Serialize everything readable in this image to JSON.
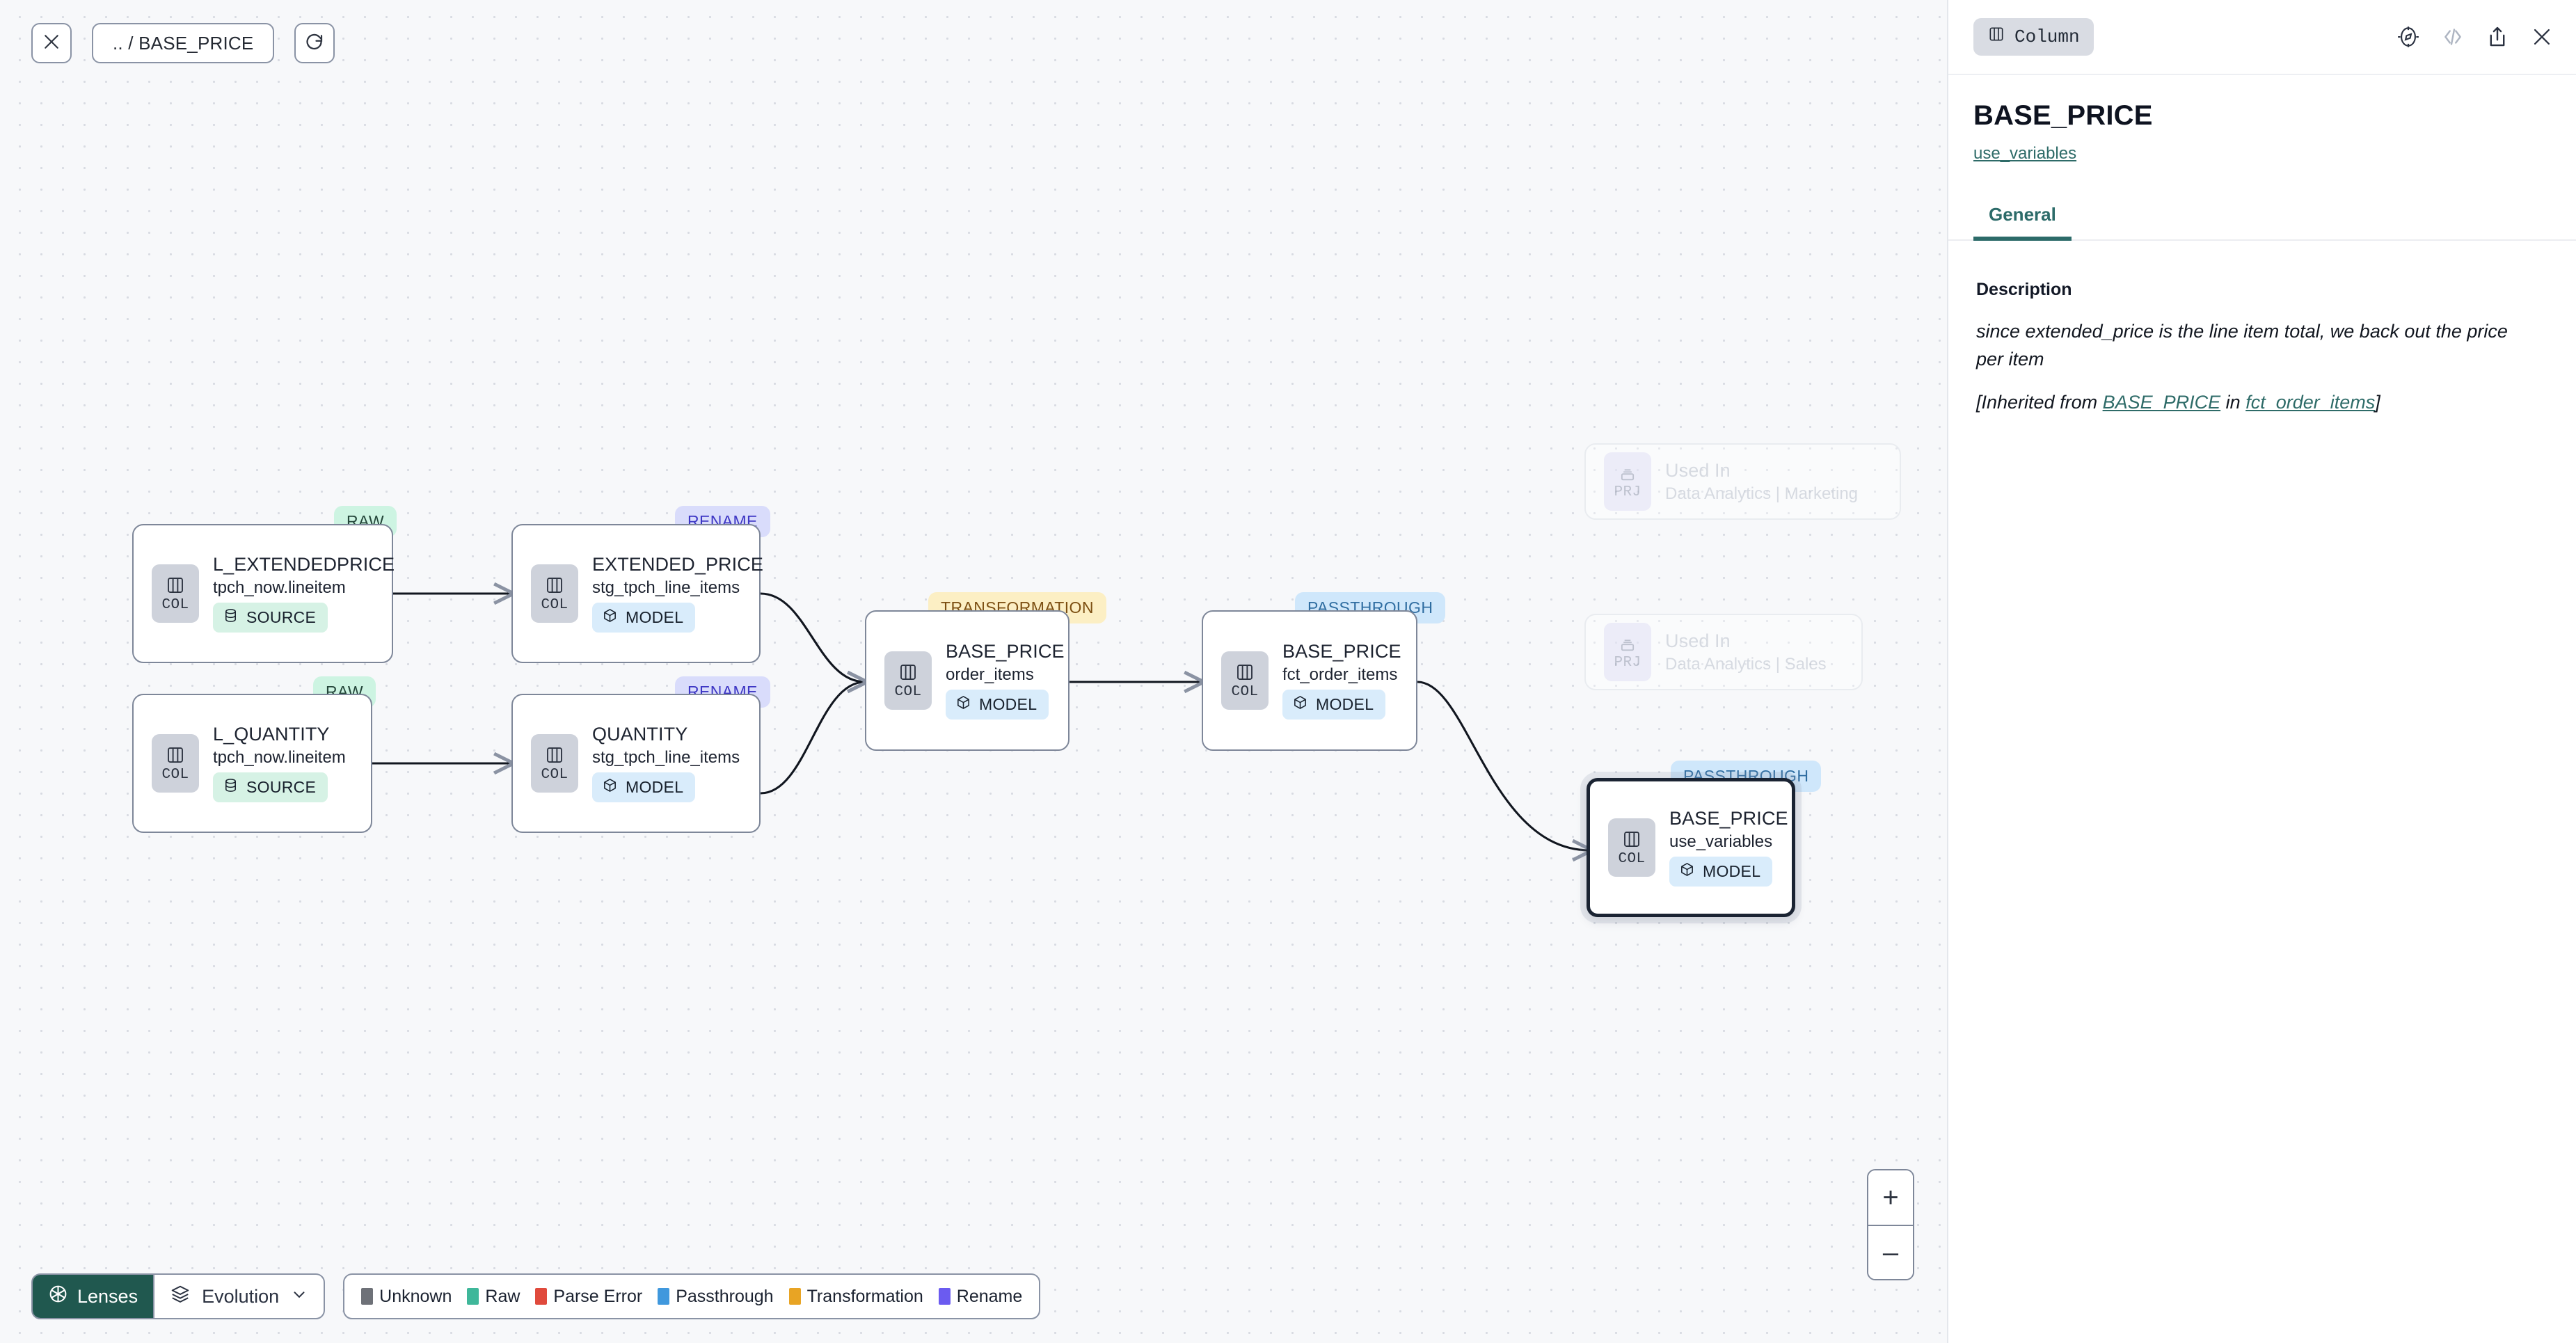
{
  "toolbar": {
    "close_icon": "close-x-icon",
    "breadcrumb": ".. / BASE_PRICE",
    "refresh_icon": "refresh-icon"
  },
  "graph": {
    "nodes": [
      {
        "id": "l_extendedprice",
        "title": "L_EXTENDEDPRICE",
        "subtitle": "tpch_now.lineitem",
        "badge": "COL",
        "kind": "SOURCE",
        "kind_icon": "database-icon",
        "status": "RAW",
        "status_class": "pill-raw",
        "selected": false
      },
      {
        "id": "l_quantity",
        "title": "L_QUANTITY",
        "subtitle": "tpch_now.lineitem",
        "badge": "COL",
        "kind": "SOURCE",
        "kind_icon": "database-icon",
        "status": "RAW",
        "status_class": "pill-raw",
        "selected": false
      },
      {
        "id": "extended_price",
        "title": "EXTENDED_PRICE",
        "subtitle": "stg_tpch_line_items",
        "badge": "COL",
        "kind": "MODEL",
        "kind_icon": "cube-icon",
        "status": "RENAME",
        "status_class": "pill-rename",
        "selected": false
      },
      {
        "id": "quantity",
        "title": "QUANTITY",
        "subtitle": "stg_tpch_line_items",
        "badge": "COL",
        "kind": "MODEL",
        "kind_icon": "cube-icon",
        "status": "RENAME",
        "status_class": "pill-rename",
        "selected": false
      },
      {
        "id": "base_price_order_items",
        "title": "BASE_PRICE",
        "subtitle": "order_items",
        "badge": "COL",
        "kind": "MODEL",
        "kind_icon": "cube-icon",
        "status": "TRANSFORMATION",
        "status_class": "pill-transformation",
        "selected": false
      },
      {
        "id": "base_price_fct_order_items",
        "title": "BASE_PRICE",
        "subtitle": "fct_order_items",
        "badge": "COL",
        "kind": "MODEL",
        "kind_icon": "cube-icon",
        "status": "PASSTHROUGH",
        "status_class": "pill-passthrough",
        "selected": false
      },
      {
        "id": "base_price_use_variables",
        "title": "BASE_PRICE",
        "subtitle": "use_variables",
        "badge": "COL",
        "kind": "MODEL",
        "kind_icon": "cube-icon",
        "status": "PASSTHROUGH",
        "status_class": "pill-passthrough",
        "selected": true
      }
    ],
    "used_in_nodes": [
      {
        "id": "used_in_marketing",
        "badge": "PRJ",
        "title": "Used In",
        "subtitle": "Data Analytics | Marketing"
      },
      {
        "id": "used_in_sales",
        "badge": "PRJ",
        "title": "Used In",
        "subtitle": "Data Analytics | Sales"
      }
    ]
  },
  "zoom_controls": {
    "zoom_in": "+",
    "zoom_out": "–"
  },
  "bottombar": {
    "lenses_label": "Lenses",
    "lenses_icon": "aperture-icon",
    "lenses_bg": "#20584f",
    "evolution_label": "Evolution",
    "evolution_icon": "layers-icon",
    "evolution_chevron": "chevron-down-icon",
    "legend": [
      {
        "label": "Unknown",
        "color": "#6e7178"
      },
      {
        "label": "Raw",
        "color": "#3fb79a"
      },
      {
        "label": "Parse Error",
        "color": "#e04a3c"
      },
      {
        "label": "Passthrough",
        "color": "#4098dd"
      },
      {
        "label": "Transformation",
        "color": "#e8a424"
      },
      {
        "label": "Rename",
        "color": "#6b5bf0"
      }
    ]
  },
  "panel": {
    "chip_label": "Column",
    "chip_icon": "column-icon",
    "actions": [
      {
        "name": "explore-icon"
      },
      {
        "name": "code-icon"
      },
      {
        "name": "share-icon"
      },
      {
        "name": "close-icon"
      }
    ],
    "title": "BASE_PRICE",
    "model_link": "use_variables",
    "tabs": [
      {
        "label": "General",
        "active": true
      }
    ],
    "description_label": "Description",
    "description_text": "since extended_price is the line item total, we back out the price per item",
    "inherited_prefix": "[Inherited from ",
    "inherited_link_1": "BASE_PRICE",
    "inherited_mid": " in ",
    "inherited_link_2": "fct_order_items",
    "inherited_suffix": "]",
    "accent_color": "#2c6b69"
  }
}
